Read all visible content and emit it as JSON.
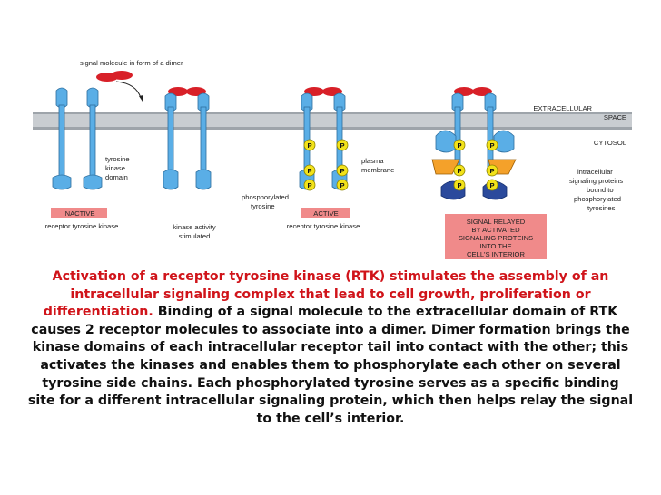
{
  "figure": {
    "signal_label": "signal molecule in form of a dimer",
    "extracellular_label_1": "EXTRACELLULAR",
    "extracellular_label_2": "SPACE",
    "cytosol_label": "CYTOSOL",
    "tyrosine_kinase_label_1": "tyrosine",
    "tyrosine_kinase_label_2": "kinase",
    "tyrosine_kinase_label_3": "domain",
    "inactive_box": "INACTIVE",
    "inactive_caption": "receptor tyrosine kinase",
    "kinase_stim_1": "kinase activity",
    "kinase_stim_2": "stimulated",
    "phospho_label_1": "phosphorylated",
    "phospho_label_2": "tyrosine",
    "plasma_label_1": "plasma",
    "plasma_label_2": "membrane",
    "active_box": "ACTIVE",
    "active_caption": "receptor tyrosine kinase",
    "intracellular_1": "intracellular",
    "intracellular_2": "signaling proteins",
    "intracellular_3": "bound to",
    "intracellular_4": "phosphorylated",
    "intracellular_5": "tyrosines",
    "relay_1": "SIGNAL RELAYED",
    "relay_2": "BY ACTIVATED",
    "relay_3": "SIGNALING PROTEINS",
    "relay_4": "INTO THE",
    "relay_5": "CELL'S INTERIOR",
    "p_label": "P",
    "colors": {
      "receptor": "#5aaee6",
      "signal": "#d82028",
      "membrane": "#b8bdc2",
      "phospho": "#f2e21a",
      "relay_box": "#f08a8a"
    }
  },
  "caption": {
    "highlight": "Activation of a receptor tyrosine kinase (RTK) stimulates the assembly of an intracellular signaling complex that lead to cell growth, proliferation or differentiation.",
    "body": "Binding of a signal molecule to the extracellular domain of RTK causes 2 receptor molecules to associate into a dimer. Dimer formation brings the kinase domains of each intracellular receptor tail into contact with the other; this activates the kinases and enables them to phosphorylate each other on several tyrosine side chains. Each phosphorylated tyrosine serves as a specific binding site for a different intracellular signaling protein, which then helps relay the signal to the cell’s interior."
  }
}
